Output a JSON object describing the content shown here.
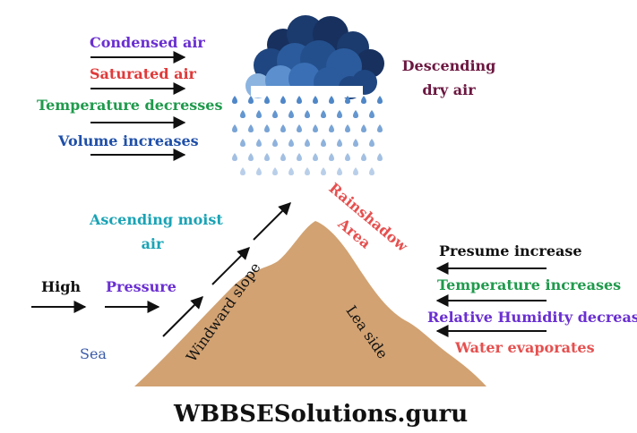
{
  "colors": {
    "purple": "#6a2fd1",
    "red": "#e03a3a",
    "green": "#1f9a4c",
    "blue": "#1f4fa8",
    "teal": "#1aa3b5",
    "maroon": "#6b1740",
    "salmon": "#e5504f",
    "black": "#111111",
    "sea": "#3a5aa8",
    "mountain": "#d2a272",
    "cloud_dark": "#17305e",
    "cloud_mid": "#2b5b9c",
    "cloud_light": "#8cb4e0",
    "rain": "#4f87c8"
  },
  "top_labels": {
    "condensed_air": "Condensed air",
    "saturated_air": "Saturated air",
    "temperature_decreases": "Temperature decresses",
    "volume_increases": "Volume increases"
  },
  "cloud": {
    "descending_line1": "Descending",
    "descending_line2": "dry air",
    "icons": [
      "cloud-icon",
      "rain-icon"
    ]
  },
  "middle": {
    "rainshadow_line1": "Rainshadow",
    "rainshadow_line2": "Area",
    "ascending_line1": "Ascending moist",
    "ascending_line2": "air",
    "high": "High",
    "pressure": "Pressure",
    "sea": "Sea"
  },
  "mountain": {
    "windward": "Windward slope",
    "lea": "Lea side"
  },
  "right_labels": {
    "presume_increase": "Presume increase",
    "temperature_increases": "Temperature increases",
    "relative_humidity": "Relative Humidity decreasses",
    "water_evaporates": "Water evaporates"
  },
  "footer": {
    "watermark": "WBBSESolutions.guru"
  }
}
